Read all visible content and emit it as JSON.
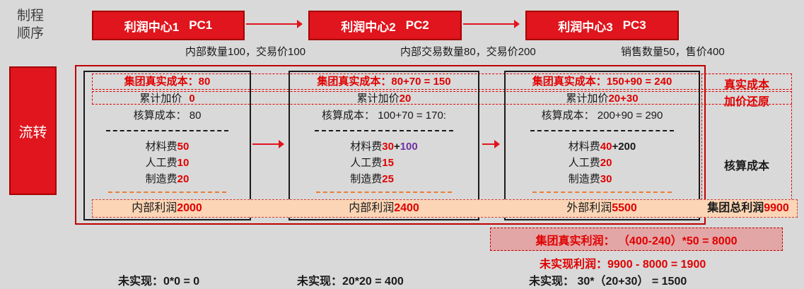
{
  "header": {
    "process_order_line1": "制程",
    "process_order_line2": "顺序",
    "centers": [
      {
        "name": "利润中心1",
        "code": "PC1",
        "note": "内部数量100，交易价100"
      },
      {
        "name": "利润中心2",
        "code": "PC2",
        "note": "内部交易数量80，交易价200"
      },
      {
        "name": "利润中心3",
        "code": "PC3",
        "note": "销售数量50，售价400"
      }
    ]
  },
  "flow_label": "流转",
  "boxes": [
    {
      "true_cost": "集团真实成本：80",
      "markup_label": "累计加价",
      "markup_value": "0",
      "acct_cost": "核算成本： 80",
      "material_label": "材料费",
      "material_value": "50",
      "labor_label": "人工费",
      "labor_value": "10",
      "mfg_label": "制造费",
      "mfg_value": "20",
      "profit_label": "内部利润",
      "profit_value": "2000"
    },
    {
      "true_cost": "集团真实成本：80+70 = 150",
      "markup_label": "累计加价",
      "markup_value": "20",
      "acct_cost": "核算成本： 100+70 = 170:",
      "material_label": "材料费",
      "material_value": "30",
      "material_plus": "+",
      "material_extra": "100",
      "labor_label": "人工费",
      "labor_value": "15",
      "mfg_label": "制造费",
      "mfg_value": "25",
      "profit_label": "内部利润",
      "profit_value": "2400"
    },
    {
      "true_cost": "集团真实成本：150+90 = 240",
      "markup_label": "累计加价",
      "markup_value": "20+30",
      "acct_cost": "核算成本： 200+90 = 290",
      "material_label": "材料费",
      "material_value": "40",
      "material_extra": "+200",
      "labor_label": "人工费",
      "labor_value": "20",
      "mfg_label": "制造费",
      "mfg_value": "30",
      "profit_label": "外部利润",
      "profit_value": "5500"
    }
  ],
  "right_panel": {
    "true_cost_label": "真实成本",
    "markup_label": "加价还原",
    "acct_cost_label": "核算成本",
    "total_profit_label": "集团总利润",
    "total_profit_value": "9900"
  },
  "bottom": {
    "group_true_profit": "集团真实利润： （400-240）*50 = 8000",
    "unrealized_profit": "未实现利润：9900 - 8000 = 1900",
    "unrealized_pc1": "未实现：0*0 = 0",
    "unrealized_pc2": "未实现：20*20 = 400",
    "unrealized_pc3": "未实现：  30*（20+30） = 1500"
  },
  "colors": {
    "red": "#e0151d",
    "red_dark": "#a60000",
    "text_red": "#e00000",
    "purple": "#7030a0",
    "peach": "#fbd5b5",
    "peach_border": "#cc4444",
    "pink": "#e3a6a6",
    "orange_dash": "#ed7d31",
    "background": "#d9d9d9",
    "box_border": "#1a1a1a"
  }
}
